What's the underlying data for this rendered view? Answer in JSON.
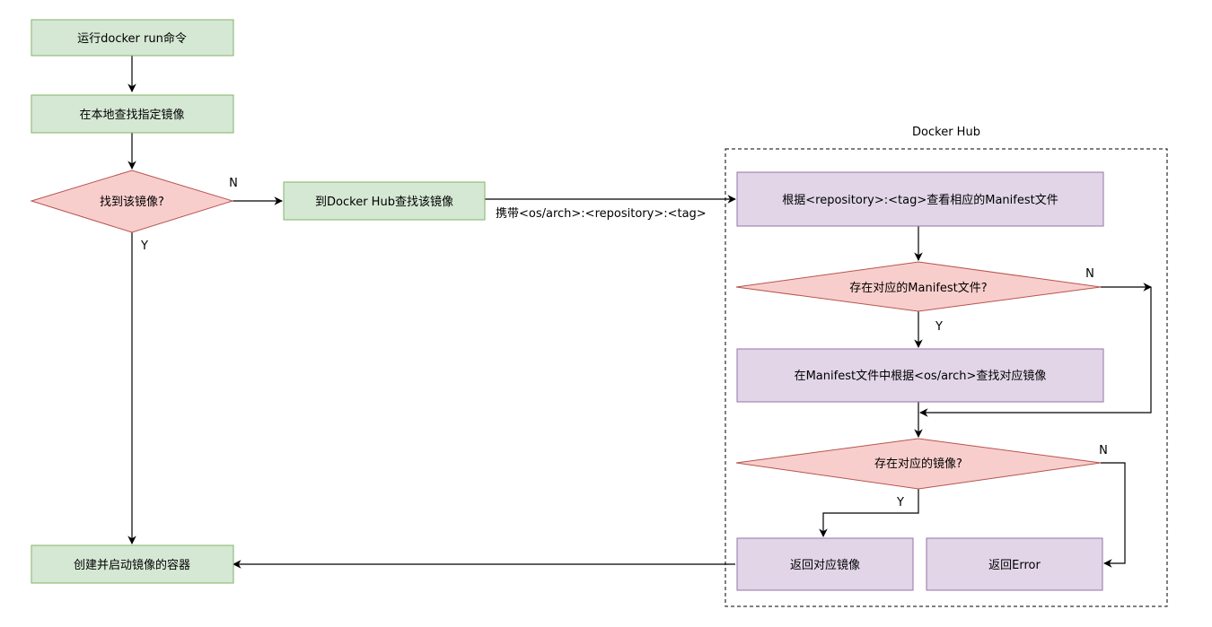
{
  "colors": {
    "green_fill": "#d5e8d4",
    "green_stroke": "#82b366",
    "purple_fill": "#e1d5e7",
    "purple_stroke": "#9673a6",
    "red_fill": "#f8cecc",
    "red_stroke": "#b85450",
    "line": "#000000",
    "text": "#000000"
  },
  "nodes": {
    "run_command": "运行docker run命令",
    "search_local": "在本地查找指定镜像",
    "found_image": "找到该镜像?",
    "search_hub": "到Docker Hub查找该镜像",
    "create_container": "创建并启动镜像的容器",
    "find_manifest": "根据<repository>:<tag>查看相应的Manifest文件",
    "manifest_exists": "存在对应的Manifest文件?",
    "find_in_manifest": "在Manifest文件中根据<os/arch>查找对应镜像",
    "image_exists": "存在对应的镜像?",
    "return_image": "返回对应镜像",
    "return_error": "返回Error"
  },
  "group": {
    "title": "Docker Hub"
  },
  "edge_labels": {
    "found_no": "N",
    "found_yes": "Y",
    "carry_params": "携带<os/arch>:<repository>:<tag>",
    "manifest_no": "N",
    "manifest_yes": "Y",
    "image_no": "N",
    "image_yes": "Y"
  }
}
